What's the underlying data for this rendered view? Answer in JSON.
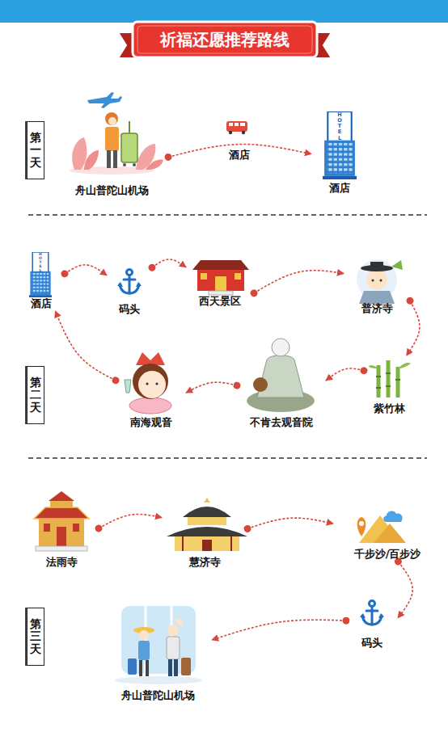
{
  "diagram": {
    "title": "祈福还愿推荐路线",
    "nodes": [
      {
        "text": [
          "第一天"
        ]
      },
      {
        "text": [
          "舟山普陀山机场"
        ]
      },
      {
        "text": [
          "酒店"
        ]
      },
      {
        "text": [
          "第二天"
        ]
      },
      {
        "text": [
          "酒店"
        ]
      },
      {
        "text": [
          "码头"
        ]
      },
      {
        "text": [
          "西天景区"
        ]
      },
      {
        "text": [
          "普济寺"
        ]
      },
      {
        "text": [
          "紫竹林"
        ]
      },
      {
        "text": [
          "不肯去观音院"
        ]
      },
      {
        "text": [
          "南海观音"
        ]
      },
      {
        "text": [
          "第三天"
        ]
      },
      {
        "text": [
          "法雨寺"
        ]
      },
      {
        "text": [
          "慧济寺"
        ]
      },
      {
        "text": [
          "千步沙/百步沙"
        ]
      },
      {
        "text": [
          "码头"
        ]
      },
      {
        "text": [
          "舟山普陀山机场"
        ]
      }
    ],
    "edges": [
      {
        "from": 1,
        "to": 2,
        "arrow": "to",
        "label": "酒店"
      },
      {
        "from": 4,
        "to": 5,
        "arrow": "to"
      },
      {
        "from": 5,
        "to": 6,
        "arrow": "to"
      },
      {
        "from": 6,
        "to": 7,
        "arrow": "to"
      },
      {
        "from": 7,
        "to": 8,
        "arrow": "to"
      },
      {
        "from": 8,
        "to": 9,
        "arrow": "to"
      },
      {
        "from": 9,
        "to": 10,
        "arrow": "to"
      },
      {
        "from": 10,
        "to": 4,
        "arrow": "to"
      },
      {
        "from": 12,
        "to": 13,
        "arrow": "to"
      },
      {
        "from": 13,
        "to": 14,
        "arrow": "to"
      },
      {
        "from": 14,
        "to": 15,
        "arrow": "to"
      },
      {
        "from": 15,
        "to": 16,
        "arrow": "to"
      }
    ],
    "labels": [
      "HOTEL",
      "HOTEL"
    ]
  }
}
